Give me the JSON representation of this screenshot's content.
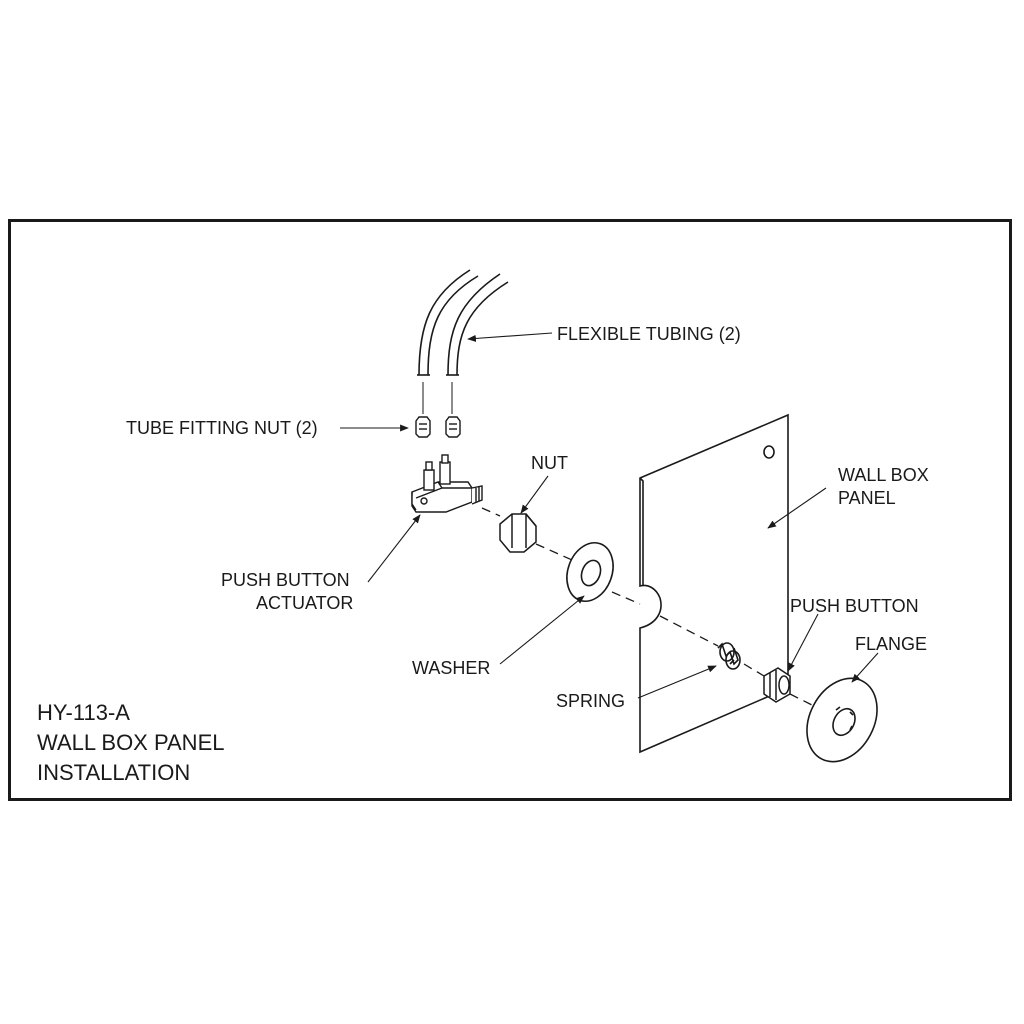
{
  "labels": {
    "flexible_tubing": "FLEXIBLE TUBING (2)",
    "tube_fitting_nut": "TUBE FITTING NUT (2)",
    "nut": "NUT",
    "wall_box_panel_line1": "WALL BOX",
    "wall_box_panel_line2": "PANEL",
    "push_button_actuator_line1": "PUSH BUTTON",
    "push_button_actuator_line2": "ACTUATOR",
    "push_button": "PUSH BUTTON",
    "flange": "FLANGE",
    "washer": "WASHER",
    "spring": "SPRING"
  },
  "title": {
    "code": "HY-113-A",
    "line1": "WALL BOX PANEL",
    "line2": "INSTALLATION"
  },
  "colors": {
    "ink": "#1a1a1a",
    "background": "#ffffff"
  }
}
